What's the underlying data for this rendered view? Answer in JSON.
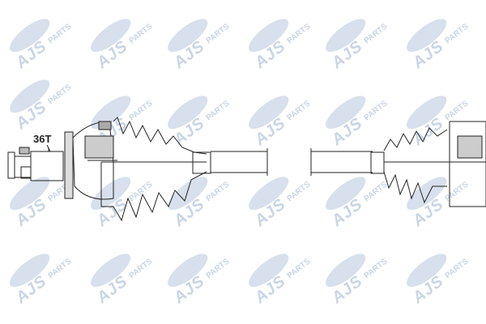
{
  "watermark": {
    "brand": "AJS",
    "suffix": "PARTS",
    "color": "#9fb3d1"
  },
  "part": {
    "spline_label": "36T",
    "line_color": "#222222",
    "hatch_color": "#555555"
  }
}
